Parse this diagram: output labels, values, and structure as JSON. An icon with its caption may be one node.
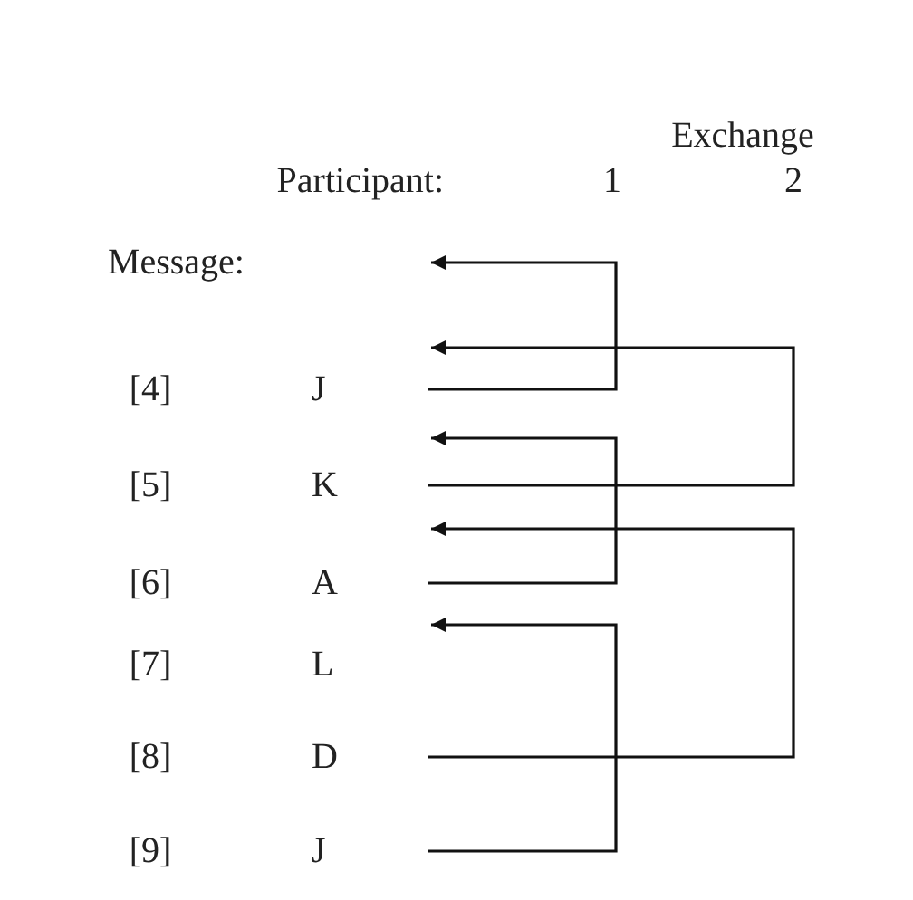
{
  "diagram": {
    "nodes": [
      {
        "text": [
          "J"
        ]
      },
      {
        "text": [
          "K"
        ]
      },
      {
        "text": [
          "A"
        ]
      },
      {
        "text": [
          "L"
        ]
      },
      {
        "text": [
          "D"
        ]
      },
      {
        "text": [
          "J"
        ]
      }
    ],
    "edges": [
      {
        "from": 0,
        "to": null,
        "arrow": "to"
      },
      {
        "from": 1,
        "to": null,
        "arrow": "to"
      },
      {
        "from": 2,
        "to": null,
        "arrow": "to"
      },
      {
        "from": 4,
        "to": null,
        "arrow": "to"
      },
      {
        "from": 5,
        "to": null,
        "arrow": "to"
      }
    ],
    "labels": [
      "Exchange",
      "Participant:",
      "1",
      "2",
      "Message:",
      "[4]",
      "[5]",
      "[6]",
      "[7]",
      "[8]",
      "[9]"
    ]
  }
}
